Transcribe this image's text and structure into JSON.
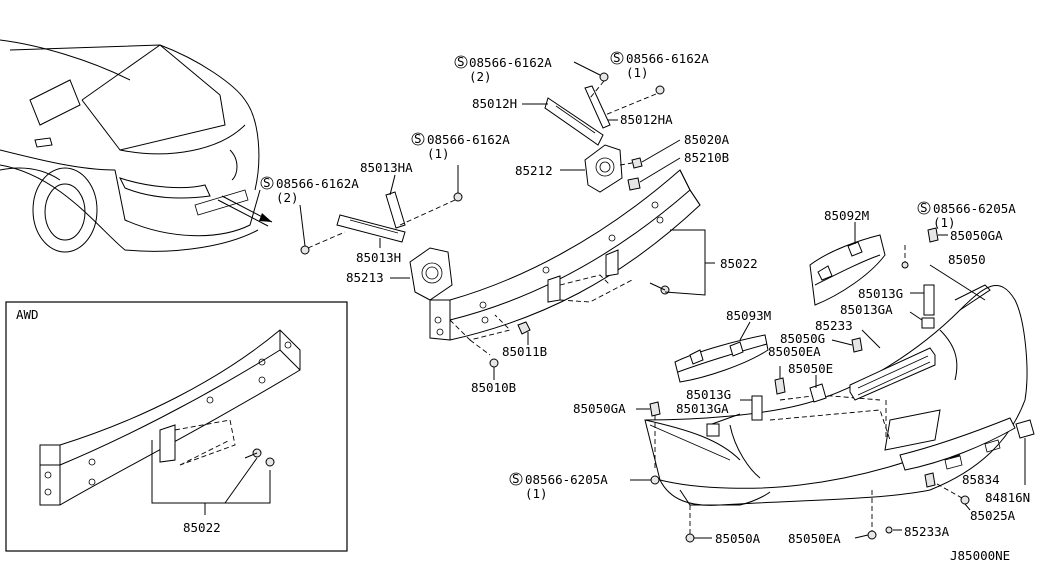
{
  "diagram": {
    "ref_code": "J85000NE",
    "awd_box_label": "AWD",
    "part_labels": [
      {
        "id": "p1",
        "text": "08566-6162A",
        "screw": true,
        "qty": "(2)"
      },
      {
        "id": "p2",
        "text": "08566-6162A",
        "screw": true,
        "qty": "(1)"
      },
      {
        "id": "p3",
        "text": "85012H"
      },
      {
        "id": "p4",
        "text": "85012HA"
      },
      {
        "id": "p5",
        "text": "08566-6162A",
        "screw": true,
        "qty": "(1)"
      },
      {
        "id": "p6",
        "text": "85020A"
      },
      {
        "id": "p7",
        "text": "85210B"
      },
      {
        "id": "p8",
        "text": "85212"
      },
      {
        "id": "p9",
        "text": "85013HA"
      },
      {
        "id": "p10",
        "text": "08566-6162A",
        "screw": true,
        "qty": "(2)"
      },
      {
        "id": "p11",
        "text": "85013H"
      },
      {
        "id": "p12",
        "text": "85213"
      },
      {
        "id": "p13",
        "text": "85022"
      },
      {
        "id": "p14",
        "text": "85011B"
      },
      {
        "id": "p15",
        "text": "85010B"
      },
      {
        "id": "p16",
        "text": "85092M"
      },
      {
        "id": "p17",
        "text": "08566-6205A",
        "screw": true,
        "qty": "(1)"
      },
      {
        "id": "p18",
        "text": "85050GA"
      },
      {
        "id": "p19",
        "text": "85050"
      },
      {
        "id": "p20",
        "text": "85013G"
      },
      {
        "id": "p21",
        "text": "85013GA"
      },
      {
        "id": "p22",
        "text": "85093M"
      },
      {
        "id": "p23",
        "text": "85233"
      },
      {
        "id": "p24",
        "text": "85050G"
      },
      {
        "id": "p25",
        "text": "85050EA"
      },
      {
        "id": "p26",
        "text": "85050E"
      },
      {
        "id": "p27",
        "text": "85013G"
      },
      {
        "id": "p28",
        "text": "85013GA"
      },
      {
        "id": "p29",
        "text": "85050GA"
      },
      {
        "id": "p30",
        "text": "08566-6205A",
        "screw": true,
        "qty": "(1)"
      },
      {
        "id": "p31",
        "text": "85834"
      },
      {
        "id": "p32",
        "text": "84816N"
      },
      {
        "id": "p33",
        "text": "85025A"
      },
      {
        "id": "p34",
        "text": "85233A"
      },
      {
        "id": "p35",
        "text": "85050A"
      },
      {
        "id": "p36",
        "text": "85050EA"
      },
      {
        "id": "p37",
        "text": "85022"
      }
    ]
  }
}
